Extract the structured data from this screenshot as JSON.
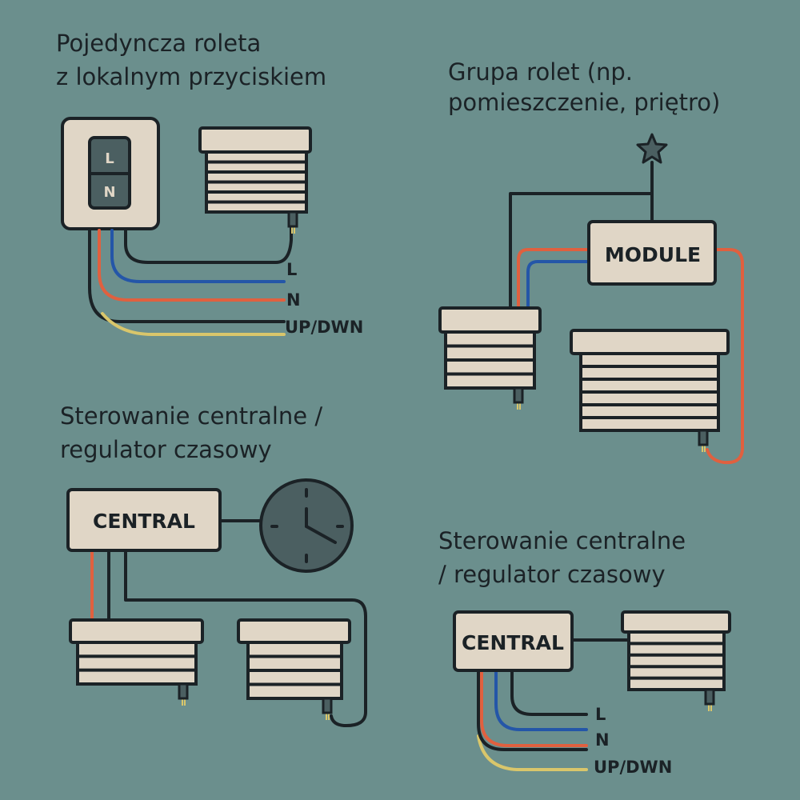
{
  "colors": {
    "background": "#6b8f8d",
    "beige": "#e0d6c6",
    "dark": "#1b2226",
    "slate": "#4b5f61",
    "live": "#e0603f",
    "neutral": "#2456a8",
    "control": "#d9c66b"
  },
  "panel1": {
    "title_line1": "Pojedyncza roleta",
    "title_line2": "z lokalnym przyciskiem",
    "switch_top": "L",
    "switch_bottom": "N",
    "wire_labels": [
      "L",
      "N",
      "UP/DWN"
    ]
  },
  "panel2": {
    "title_line1": "Grupa rolet (np.",
    "title_line2": "pomieszczenie, priętro)",
    "module_label": "MODULE",
    "icon": "star-icon"
  },
  "panel3": {
    "title_line1": "Sterowanie centralne /",
    "title_line2": "regulator czasowy",
    "central_label": "CENTRAL",
    "icon": "clock-icon"
  },
  "panel4": {
    "title_line1": "Sterowanie centralne",
    "title_line2": "/ regulator czasowy",
    "central_label": "CENTRAL",
    "wire_labels": [
      "L",
      "N",
      "UP/DWN"
    ]
  }
}
